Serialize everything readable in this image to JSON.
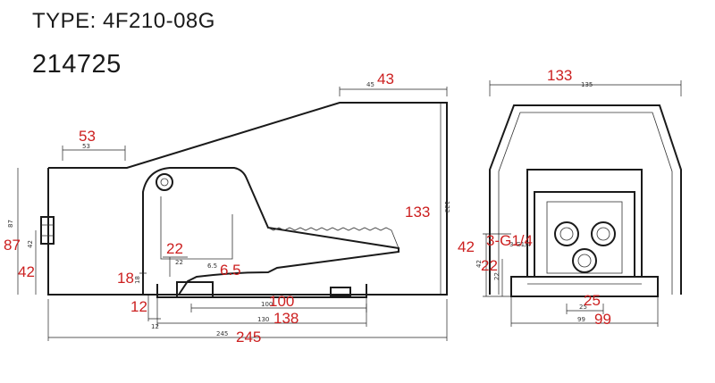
{
  "header": {
    "type_label": "TYPE: 4F210-08G",
    "part_number": "214725"
  },
  "side_view": {
    "dims_red": {
      "top_right_width": "43",
      "left_step": "53",
      "overall_height": "133",
      "port_height": "87",
      "port_offset": "42",
      "pivot_offset": "22",
      "slot_width": "6.5",
      "slot_height": "18",
      "base_thickness": "12",
      "hole_spacing": "100",
      "base_length": "138",
      "overall_length": "245"
    },
    "dims_small": {
      "top_right_width": "45",
      "left_step": "53",
      "overall_height": "133",
      "port_height": "87",
      "port_offset": "42",
      "pivot_offset": "22",
      "slot_width": "6.5",
      "slot_height": "18",
      "base_thickness": "12",
      "hole_spacing": "100",
      "base_length": "130",
      "overall_length": "245"
    }
  },
  "end_view": {
    "dims_red": {
      "overall_width": "133",
      "port_height": "42",
      "port_thread": "3-G1/4",
      "port_offset": "22",
      "hole_spacing": "25",
      "base_width": "99"
    },
    "dims_small": {
      "overall_width": "135",
      "port_height": "42",
      "port_thread": "3-G1/4",
      "port_offset": "22",
      "hole_spacing": "25",
      "base_width": "99"
    }
  },
  "colors": {
    "line": "#1a1a1a",
    "dimension_red": "#cc1f1f",
    "background": "#ffffff"
  }
}
